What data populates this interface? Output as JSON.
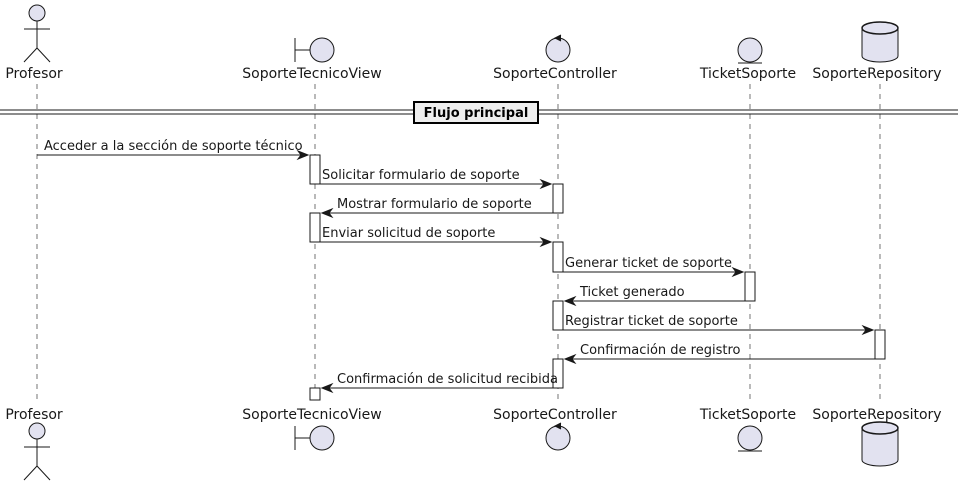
{
  "diagram": {
    "type": "sequence",
    "participants": [
      {
        "name": "Profesor",
        "kind": "actor-icon"
      },
      {
        "name": "SoporteTecnicoView",
        "kind": "boundary-icon"
      },
      {
        "name": "SoporteController",
        "kind": "control-icon"
      },
      {
        "name": "TicketSoporte",
        "kind": "entity-icon"
      },
      {
        "name": "SoporteRepository",
        "kind": "database-icon"
      }
    ],
    "divider": {
      "label": "Flujo principal"
    },
    "messages": [
      {
        "from": "Profesor",
        "to": "SoporteTecnicoView",
        "label": "Acceder a la sección de soporte técnico"
      },
      {
        "from": "SoporteTecnicoView",
        "to": "SoporteController",
        "label": "Solicitar formulario de soporte"
      },
      {
        "from": "SoporteController",
        "to": "SoporteTecnicoView",
        "label": "Mostrar formulario de soporte"
      },
      {
        "from": "SoporteTecnicoView",
        "to": "SoporteController",
        "label": "Enviar solicitud de soporte"
      },
      {
        "from": "SoporteController",
        "to": "TicketSoporte",
        "label": "Generar ticket de soporte"
      },
      {
        "from": "TicketSoporte",
        "to": "SoporteController",
        "label": "Ticket generado"
      },
      {
        "from": "SoporteController",
        "to": "SoporteRepository",
        "label": "Registrar ticket de soporte"
      },
      {
        "from": "SoporteRepository",
        "to": "SoporteController",
        "label": "Confirmación de registro"
      },
      {
        "from": "SoporteController",
        "to": "SoporteTecnicoView",
        "label": "Confirmación de solicitud recibida"
      }
    ],
    "colors": {
      "participant_fill": "#E2E2F0",
      "line": "#181818",
      "background": "#FFFFFF"
    }
  }
}
